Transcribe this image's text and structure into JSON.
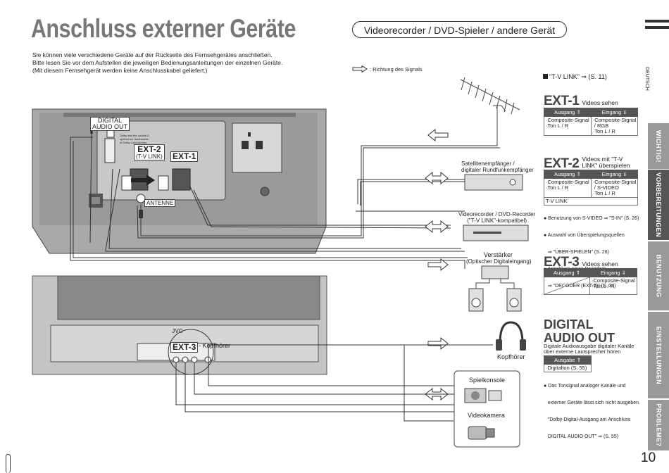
{
  "title": "Anschluss externer Geräte",
  "subtitle_pill": "Videorecorder / DVD-Spieler / andere Gerät",
  "intro": [
    "Sie können viele verschiedene Geräte auf der Rückseite des Fernsehgerätes anschließen.",
    "Bitte lesen Sie vor dem Aufstellen die jeweiligen Bedienungsanleitungen der einzelnen Geräte.",
    "(Mit diesem Fernsehgerät werden keine Anschlusskabel geliefert.)"
  ],
  "signal_legend": ": Richtung des Signals",
  "language": "DEUTSCH",
  "tv_link_ref": "\"T-V LINK\" ⇒ (S. 11)",
  "ext1": {
    "label": "EXT-1",
    "desc": "Videos sehen",
    "head_out": "Ausgang ⇑",
    "head_in": "Eingang ⇓",
    "out": "·Composite-Signal\n·Ton L / R",
    "in": "·Composite-Signal\n / RGB\n·Ton L / R"
  },
  "ext2": {
    "label": "EXT-2",
    "desc": "Videos mit \"T-V LINK\" überspielen",
    "head_out": "Ausgang ⇑",
    "head_in": "Eingang ⇓",
    "out": "·Composite-Signal\n·Ton L / R",
    "in": "·Composite-Signal\n / S-VIDEO\n·Ton L / R",
    "tvlink_row": "T-V LINK",
    "notes": [
      "● Benutzung von S-VIDEO ⇒ \"S-IN\" (S. 26)",
      "● Auswahl von Überspielungsquellen",
      "   ⇒ \"ÜBER-SPIELEN\" (S. 26)",
      "● Anschluss eines Decoders",
      "   ⇒ \"DECODER (EXT-2)\" (S. 34)"
    ]
  },
  "ext3": {
    "label": "EXT-3",
    "desc": "Videos sehen",
    "head_out": "Ausgang ⇑",
    "head_in": "Eingang ⇓",
    "in": "·Composite-Signal\n·Ton L / R"
  },
  "dao": {
    "heading_1": "DIGITAL",
    "heading_2": "AUDIO OUT",
    "desc": "Digitale Audioausgabe digitaler Kanäle über externe Lautsprecher hören",
    "head_out": "Ausgabe ⇑",
    "out": "·Digitalton (S. 55)",
    "notes": [
      "● Das Tonsignal analoger Kanäle und",
      "   externer Geräte lässt sich nicht ausgeben.",
      "   \"Dolby-Digital-Ausgang am Anschluss",
      "   DIGITAL AUDIO OUT\" ⇒ (S. 55)"
    ]
  },
  "tabs": [
    "WICHTIG!",
    "VORBEREITUNGEN",
    "BENUTZUNG",
    "EINSTELLUNGEN",
    "PROBLEME?"
  ],
  "page_number": "10",
  "diagram": {
    "digital_audio_out": "DIGITAL\nAUDIO OUT",
    "ext2_label": "EXT-2",
    "ext2_sub": "(T-V LINK)",
    "ext1_label": "EXT-1",
    "antenne": "ANTENNE",
    "ext3_label": "EXT-3",
    "kopfhoerer_tv": "Kopfhörer",
    "sat": "Satellitenempfänger /\ndigitaler Rundfunkempfänger",
    "vcr": "Videorecorder / DVD-Recorder\n(\"T-V LINK\"-kompatibel)",
    "amp": "Verstärker",
    "amp_sub": "(Optischer Digitaleingang)",
    "headphones": "Kopfhörer",
    "console": "Spielkonsole",
    "camera": "Videokamera",
    "brand": "JVC",
    "panel_small": "Dolby and the double-D\nsymbol are trademarks\nof Dolby Laboratories."
  }
}
